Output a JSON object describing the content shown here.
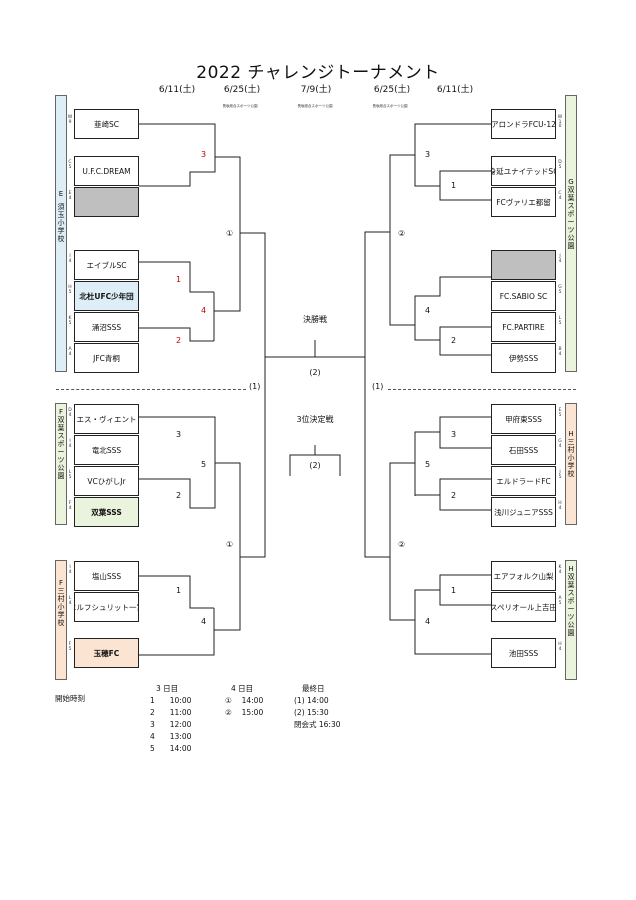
{
  "title": "2022 チャレンジトーナメント",
  "dates": [
    "6/11(土)",
    "6/25(土)",
    "7/9(土)",
    "6/25(土)",
    "6/11(土)"
  ],
  "venues": [
    "長坂総合スポーツ公園",
    "長坂総合スポーツ公園",
    "長坂総合スポーツ公園"
  ],
  "groups": {
    "E": {
      "letter": "E",
      "venue": "須玉小学校",
      "color": "#ddeef7"
    },
    "F1": {
      "letter": "F",
      "venue": "双葉スポーツ公園",
      "color": "#eaf3dc"
    },
    "F2": {
      "letter": "F",
      "venue": "三村小学校",
      "color": "#fbe4d2"
    },
    "G": {
      "letter": "G",
      "venue": "双葉スポーツ公園",
      "color": "#eaf3dc"
    },
    "H1": {
      "letter": "H",
      "venue": "三村小学校",
      "color": "#fbe4d2"
    },
    "H2": {
      "letter": "H",
      "venue": "双葉スポーツ公園",
      "color": "#eaf3dc"
    }
  },
  "teams_left": [
    {
      "name": "韮崎SC",
      "seed": "W9"
    },
    {
      "name": "U.F.C.DREAM",
      "seed": "C5"
    },
    {
      "name": "",
      "seed": "E4"
    },
    {
      "name": "エイブルSC",
      "seed": "I4"
    },
    {
      "name": "北杜UFC少年団",
      "seed": "H5"
    },
    {
      "name": "涌沼SSS",
      "seed": "K5"
    },
    {
      "name": "JFC青桐",
      "seed": "A4"
    },
    {
      "name": "エス・ヴィエント",
      "seed": "D4"
    },
    {
      "name": "竜北SSS",
      "seed": "I4"
    },
    {
      "name": "VCひがしJr",
      "seed": "L5"
    },
    {
      "name": "双葉SSS",
      "seed": "F4"
    },
    {
      "name": "塩山SSS",
      "seed": "I4"
    },
    {
      "name": "エルフシュリット一宮",
      "seed": "L4"
    },
    {
      "name": "玉穂FC",
      "seed": "F5"
    }
  ],
  "teams_right": [
    {
      "name": "アロンドラFCU-12",
      "seed": "W10"
    },
    {
      "name": "身延ユナイテッドSC",
      "seed": "D5"
    },
    {
      "name": "FCヴァリエ都留",
      "seed": "C4"
    },
    {
      "name": "",
      "seed": "J4"
    },
    {
      "name": "FC.SABIO SC",
      "seed": "G5"
    },
    {
      "name": "FC.PARTIRE",
      "seed": "L5"
    },
    {
      "name": "伊勢SSS",
      "seed": "B4"
    },
    {
      "name": "甲府東SSS",
      "seed": "E5"
    },
    {
      "name": "石田SSS",
      "seed": "G4"
    },
    {
      "name": "エルドラードFC",
      "seed": "J5"
    },
    {
      "name": "浅川ジュニアSSS",
      "seed": "H4"
    },
    {
      "name": "エアフォルク山梨",
      "seed": "K4"
    },
    {
      "name": "スペリオール上吉田",
      "seed": "A5"
    },
    {
      "name": "池田SSS",
      "seed": "H4"
    }
  ],
  "match_numbers": {
    "l3": "3",
    "l1": "1",
    "l2": "2",
    "l4": "4",
    "lc1": "①",
    "l3b": "3",
    "l2b": "2",
    "l5b": "5",
    "l1c": "1",
    "l4c": "4",
    "lc1b": "①",
    "r3": "3",
    "r1": "1",
    "r4": "4",
    "r2": "2",
    "rc2": "②",
    "r3b": "3",
    "r2b": "2",
    "r5b": "5",
    "r1c": "1",
    "r4c": "4",
    "rc2b": "②",
    "semi_left": "(1)",
    "semi_right": "(1)"
  },
  "final": {
    "label": "決勝戦",
    "match": "(2)"
  },
  "third_place": {
    "label": "3位決定戦",
    "match": "(2)"
  },
  "schedule": {
    "label": "開始時刻",
    "day3": {
      "heading": "3 日目",
      "rows": [
        "1　　10:00",
        "2　　11:00",
        "3　　12:00",
        "4　　13:00",
        "5　　14:00"
      ]
    },
    "day4": {
      "heading": "4 日目",
      "rows": [
        "①　 14:00",
        "②　 15:00"
      ]
    },
    "final_day": {
      "heading": "最終日",
      "rows": [
        "(1)  14:00",
        "(2)  15:30",
        "閉会式  16:30"
      ]
    }
  }
}
